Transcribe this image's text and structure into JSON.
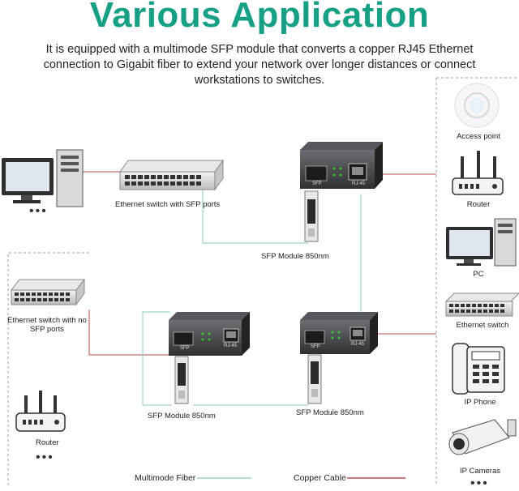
{
  "title": "Various Application",
  "description": "It is equipped with a multimode SFP module that converts a copper RJ45 Ethernet connection to Gigabit fiber to extend your network over longer distances or connect workstations to switches.",
  "labels": {
    "switch_sfp": "Ethernet switch with SFP ports",
    "sfp_top": "SFP Module 850nm",
    "switch_no_sfp": "Ethernet switch with no SFP ports",
    "router_left": "Router",
    "sfp_mid_left": "SFP Module 850nm",
    "sfp_mid_right": "SFP Module 850nm",
    "access_point": "Access point",
    "router_right": "Router",
    "pc": "PC",
    "ethernet_switch_right": "Ethernet switch",
    "ip_phone": "IP Phone",
    "ip_cameras": "IP Cameras",
    "port_sfp": "SFP",
    "port_rj45": "RJ-45",
    "ellipsis": "•••"
  },
  "legend": {
    "fiber": "Multimode Fiber",
    "copper": "Copper Cable"
  },
  "colors": {
    "title": "#17a085",
    "fiber_line": "#9fd3c7",
    "copper_line": "#b84a4a",
    "connector_line": "#9a9a9a"
  }
}
